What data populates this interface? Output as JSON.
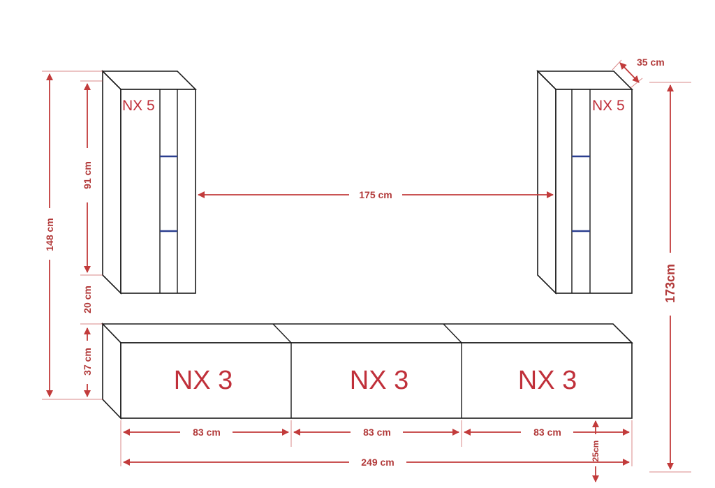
{
  "units": {
    "left_tall": "NX 5",
    "right_tall": "NX 5",
    "bottom": [
      "NX 3",
      "NX 3",
      "NX 3"
    ]
  },
  "dimensions": {
    "total_height_left": "148 cm",
    "cabinet_height": "91 cm",
    "gap": "20 cm",
    "low_height": "37 cm",
    "spacing": "175 cm",
    "depth": "35 cm",
    "total_height_right": "173cm",
    "section_widths": [
      "83 cm",
      "83 cm",
      "83 cm"
    ],
    "total_width": "249 cm",
    "floor_clearance": "25cm"
  },
  "colors": {
    "dimension": "#c23b3b",
    "label": "#c0303a",
    "outline": "#1a1a1a",
    "handle": "#2b3f8f"
  }
}
